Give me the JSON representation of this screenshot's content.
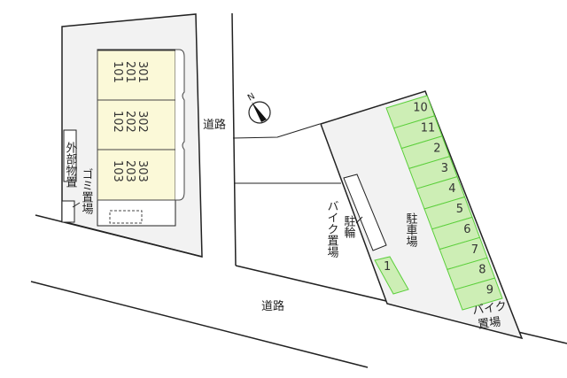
{
  "colors": {
    "unit_fill": "#fbf9d8",
    "parking_fill": "#cdeeb5",
    "parking_stroke": "#5ccf3c",
    "lot_fill": "#f2f2f2",
    "line": "#222222"
  },
  "units": [
    [
      "301",
      "201",
      "101"
    ],
    [
      "302",
      "202",
      "102"
    ],
    [
      "303",
      "203",
      "103"
    ]
  ],
  "labels": {
    "road_top": "道路",
    "road_bottom": "道路",
    "storage": "外部物置",
    "garbage": "ゴミ置場",
    "parking": "駐車場",
    "bicycle": "駐輪",
    "bike_left": "バイク置場",
    "bike_right_1": "バイク",
    "bike_right_2": "置場",
    "compass": "N"
  },
  "parking_spaces": [
    "10",
    "11",
    "2",
    "3",
    "4",
    "5",
    "6",
    "7",
    "8",
    "9"
  ],
  "parking_space_single": "1",
  "icons": {
    "compass": "north-arrow-icon"
  }
}
